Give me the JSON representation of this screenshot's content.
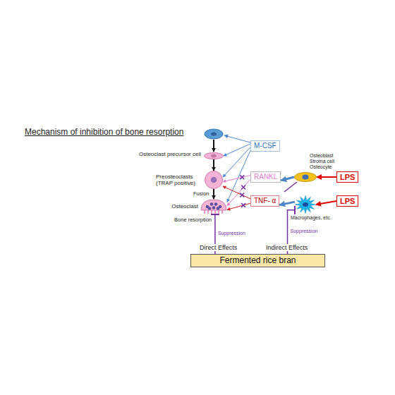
{
  "diagram": {
    "title": "Mechanism of inhibition of bone resorption",
    "nodes": [
      {
        "text": [
          "Osteoclast precursor cell"
        ]
      },
      {
        "text": [
          "Preosteoclasts (TRAP positive)"
        ]
      },
      {
        "text": [
          "Osteoclast",
          "Bone resorption"
        ]
      },
      {
        "text": [
          "M-CSF"
        ]
      },
      {
        "text": [
          "RANKL"
        ]
      },
      {
        "text": [
          "TNF- α"
        ]
      },
      {
        "text": [
          "Osteoblast Stroma cell Osteocyte"
        ]
      },
      {
        "text": [
          "Macrophages, etc."
        ]
      },
      {
        "text": [
          "LPS"
        ]
      },
      {
        "text": [
          "LPS"
        ]
      },
      {
        "text": [
          "Fermented rice bran"
        ]
      }
    ],
    "edges": [
      {
        "from": 0,
        "to": 1,
        "arrow": "to"
      },
      {
        "from": 1,
        "to": 2,
        "arrow": "to"
      },
      {
        "from": 3,
        "to": 0,
        "arrow": "to"
      },
      {
        "from": 3,
        "to": 1,
        "arrow": "to"
      },
      {
        "from": 3,
        "to": 2,
        "arrow": "to"
      },
      {
        "from": 4,
        "to": 1,
        "arrow": "to"
      },
      {
        "from": 4,
        "to": 2,
        "arrow": "to"
      },
      {
        "from": 5,
        "to": 1,
        "arrow": "to"
      },
      {
        "from": 5,
        "to": 2,
        "arrow": "to"
      },
      {
        "from": 6,
        "to": 4,
        "arrow": "to"
      },
      {
        "from": 7,
        "to": 5,
        "arrow": "to"
      },
      {
        "from": 8,
        "to": 6,
        "arrow": "to"
      },
      {
        "from": 9,
        "to": 7,
        "arrow": "to"
      },
      {
        "from": 10,
        "to": 2,
        "label": "Suppression",
        "arrow": "to"
      },
      {
        "from": 10,
        "to": 7,
        "label": "Suppression",
        "arrow": "to"
      }
    ],
    "labels": [
      "Fusion",
      "↓",
      "↓",
      "Direct Effects",
      "Indirect Effects"
    ]
  }
}
